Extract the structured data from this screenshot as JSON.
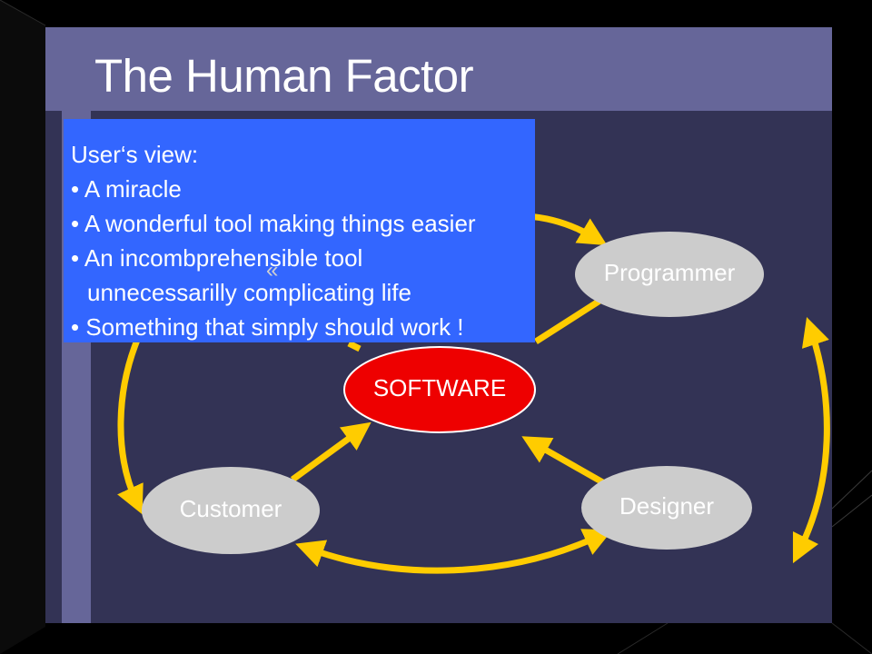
{
  "slide": {
    "title": "The Human Factor"
  },
  "callout": {
    "heading": "User‘s view:",
    "items": [
      "• A miracle",
      "• A wonderful tool making things easier",
      "• An incombprehensible tool",
      "unnecessarilly complicating life",
      "• Something that simply should work !"
    ]
  },
  "diagram": {
    "center": "SOFTWARE",
    "nodes": {
      "programmer": "Programmer",
      "customer": "Customer",
      "designer": "Designer"
    }
  },
  "icons": {
    "collapse": "double-chevron-left-icon",
    "collapse_glyph": "«"
  },
  "colors": {
    "slide_background": "#333355",
    "title_band": "#666699",
    "callout": "#3366ff",
    "software_node": "#ee0000",
    "role_nodes": "#cccccc",
    "arrows": "#ffcc00"
  }
}
